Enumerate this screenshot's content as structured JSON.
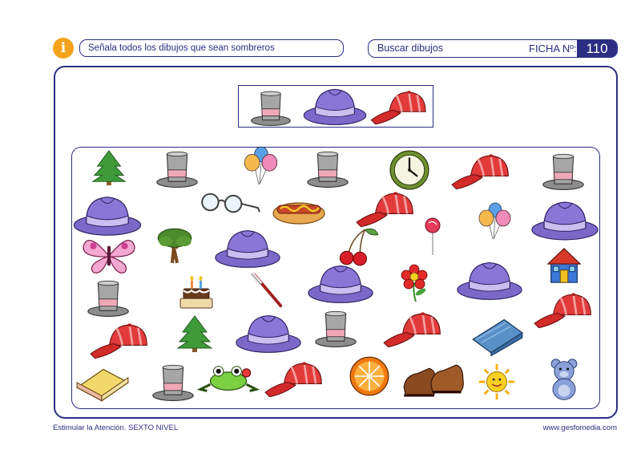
{
  "header": {
    "info_icon_symbol": "i",
    "instruction": "Señala todos los dibujos que sean sombreros",
    "activity_title": "Buscar dibujos",
    "sheet_label": "FICHA Nº:",
    "sheet_number": "110"
  },
  "colors": {
    "brand": "#2b2e83",
    "info_icon": "#f5a21c"
  },
  "sample_items": [
    "top-hat-icon",
    "fedora-icon",
    "cap-icon"
  ],
  "grid_items": [
    "tree-icon",
    "top-hat-icon",
    "balloons-icon",
    "top-hat-icon",
    "clock-icon",
    "cap-icon",
    "top-hat-icon",
    "fedora-icon",
    "glasses-icon",
    "hotdog-icon",
    "cap-icon",
    "lollipop-icon",
    "balloons-icon",
    "fedora-icon",
    "butterfly-icon",
    "oak-tree-icon",
    "fedora-icon",
    "cherries-icon",
    "house-icon",
    "top-hat-icon",
    "cake-icon",
    "toothbrush-icon",
    "fedora-icon",
    "flower-icon",
    "fedora-icon",
    "cap-icon",
    "tree-icon",
    "fedora-icon",
    "top-hat-icon",
    "cap-icon",
    "towel-icon",
    "cap-icon",
    "sandwich-icon",
    "top-hat-icon",
    "frog-icon",
    "cap-icon",
    "orange-icon",
    "shoes-icon",
    "sun-icon",
    "teddy-bear-icon"
  ],
  "footer": {
    "left": "Estimular la Atención. SEXTO NIVEL",
    "right": "www.gesfomedia.com"
  }
}
